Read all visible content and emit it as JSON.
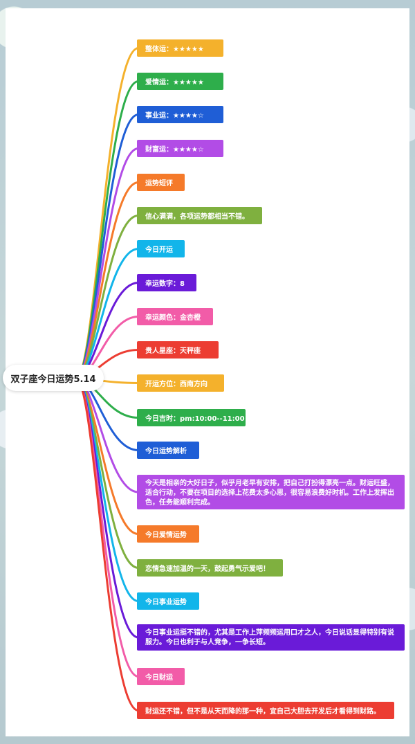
{
  "root": {
    "label": "双子座今日运势5.14"
  },
  "nodes": [
    {
      "id": "overall",
      "label": "整体运：★★★★★",
      "color": "#F4B12C"
    },
    {
      "id": "love",
      "label": "爱情运：★★★★★",
      "color": "#2EAE4B"
    },
    {
      "id": "career",
      "label": "事业运：★★★★☆",
      "color": "#1F5ED6"
    },
    {
      "id": "wealth",
      "label": "财富运：★★★★☆",
      "color": "#B24CE6"
    },
    {
      "id": "summary-title",
      "label": "运势短评",
      "color": "#F57A2A"
    },
    {
      "id": "summary",
      "label": "信心满满，各项运势都相当不错。",
      "color": "#7FB03F"
    },
    {
      "id": "luck-title",
      "label": "今日开运",
      "color": "#12B5EA"
    },
    {
      "id": "lucky-number",
      "label": "幸运数字：8",
      "color": "#6A1BD8"
    },
    {
      "id": "lucky-color",
      "label": "幸运颜色：金杏橙",
      "color": "#F25CA8"
    },
    {
      "id": "noble-sign",
      "label": "贵人星座：天秤座",
      "color": "#EC3D32"
    },
    {
      "id": "lucky-direction",
      "label": "开运方位：西南方向",
      "color": "#F4B12C"
    },
    {
      "id": "lucky-time",
      "label": "今日吉时：pm:10:00--11:00",
      "color": "#2EAE4B"
    },
    {
      "id": "analysis-title",
      "label": "今日运势解析",
      "color": "#1F5ED6"
    },
    {
      "id": "analysis",
      "label": "今天是相亲的大好日子，似乎月老早有安排，把自己打扮得漂亮一点。财运旺盛，适合行动，不要在项目的选择上花费太多心思，很容易浪费好时机。工作上发挥出色，任务能顺利完成。",
      "color": "#B24CE6"
    },
    {
      "id": "love-title",
      "label": "今日爱情运势",
      "color": "#F57A2A"
    },
    {
      "id": "love-text",
      "label": "恋情急速加温的一天，鼓起勇气示爱吧！",
      "color": "#7FB03F"
    },
    {
      "id": "career-title",
      "label": "今日事业运势",
      "color": "#12B5EA"
    },
    {
      "id": "career-text",
      "label": "今日事业运挺不错的，尤其是工作上萍频频运用口才之人，今日说话显得特别有说服力。今日也利于与人竞争，一争长短。",
      "color": "#6A1BD8"
    },
    {
      "id": "wealth-title",
      "label": "今日财运",
      "color": "#F25CA8"
    },
    {
      "id": "wealth-text",
      "label": "财运还不错，但不是从天而降的那一种，宜自己大胆去开发后才看得到财路。",
      "color": "#EC3D32"
    }
  ]
}
